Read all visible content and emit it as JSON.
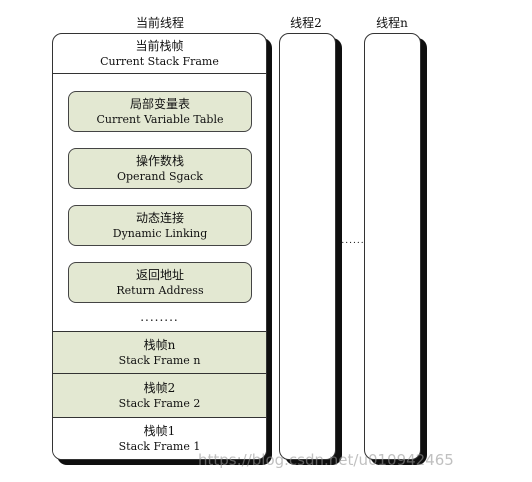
{
  "headers": {
    "current_thread": "当前线程",
    "thread2": "线程2",
    "threadn": "线程n"
  },
  "current_frame": {
    "zh": "当前栈帧",
    "en": "Current Stack Frame"
  },
  "inner_boxes": [
    {
      "zh": "局部变量表",
      "en": "Current Variable Table"
    },
    {
      "zh": "操作数栈",
      "en": "Operand Sgack"
    },
    {
      "zh": "动态连接",
      "en": "Dynamic Linking"
    },
    {
      "zh": "返回地址",
      "en": "Return Address"
    }
  ],
  "inner_ellipsis": "........",
  "frames": [
    {
      "zh": "栈帧n",
      "en": "Stack Frame n"
    },
    {
      "zh": "栈帧2",
      "en": "Stack Frame 2"
    },
    {
      "zh": "栈帧1",
      "en": "Stack Frame 1"
    }
  ],
  "between_threads_ellipsis": "......",
  "watermark": "https://blog.csdn.net/u010942465",
  "colors": {
    "box_fill": "#e3e8d2",
    "shadow": "#0f0f0f",
    "border": "#333333"
  }
}
